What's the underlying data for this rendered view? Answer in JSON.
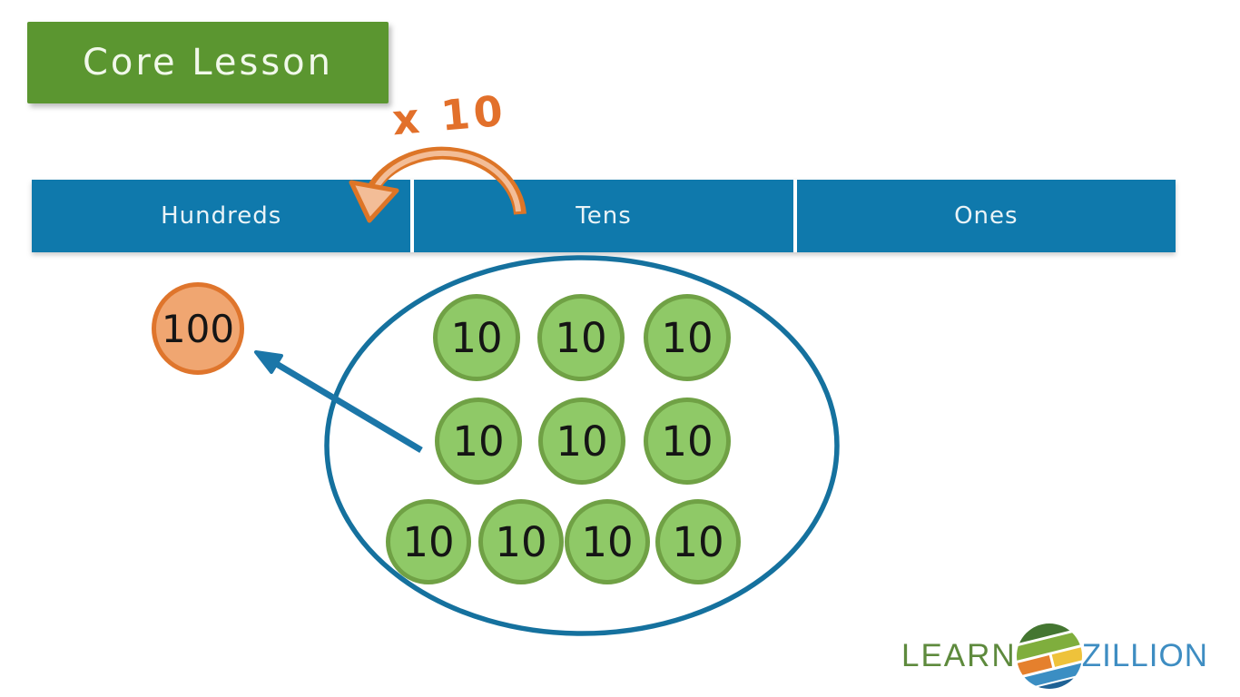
{
  "slide": {
    "title": "Core Lesson",
    "multiplier": "x 10",
    "columns": [
      {
        "label": "Hundreds"
      },
      {
        "label": "Tens"
      },
      {
        "label": "Ones"
      }
    ],
    "hundred_coin": "100",
    "ten_coin": "10",
    "ten_coin_count": 10
  },
  "logo": {
    "learn": "LEARN",
    "zillion": "ZILLION"
  },
  "colors": {
    "title_bg": "#5b9630",
    "header_bg": "#0f79ac",
    "multiplier_orange": "#e2702b",
    "arc_orange": "#dd7527",
    "arc_fill": "#f3bd97",
    "hundred_coin_fill": "#f0a671",
    "hundred_coin_border": "#df752c",
    "ten_coin_fill": "#8fc967",
    "ten_coin_border": "#70a145",
    "ellipse_blue": "#15719e",
    "arrow_blue": "#1b76a8",
    "logo_green": "#5e8a3d",
    "logo_blue": "#3e8dc2"
  }
}
